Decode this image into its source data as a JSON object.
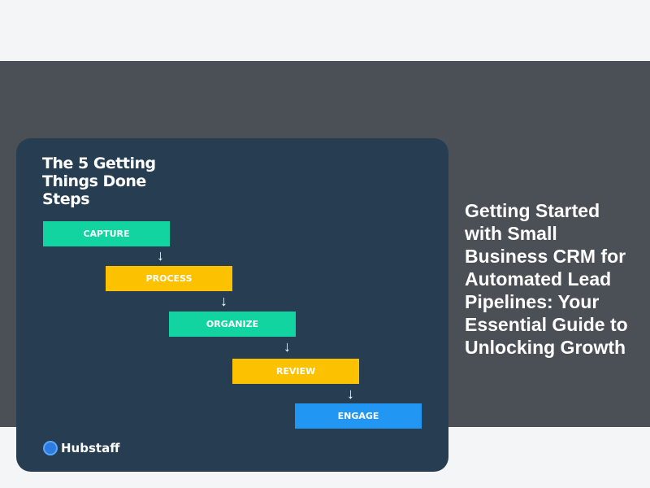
{
  "hero_image": {
    "title": "The 5 Getting Things Done Steps",
    "steps": [
      {
        "label": "CAPTURE",
        "color": "#12d4a0"
      },
      {
        "label": "PROCESS",
        "color": "#fcc100"
      },
      {
        "label": "ORGANIZE",
        "color": "#12d4a0"
      },
      {
        "label": "REVIEW",
        "color": "#fcc100"
      },
      {
        "label": "ENGAGE",
        "color": "#2196f3"
      }
    ],
    "brand": "Hubstaff"
  },
  "article": {
    "title": "Getting Started with Small Business CRM for Automated Lead Pipelines: Your Essential Guide to Unlocking Growth"
  }
}
